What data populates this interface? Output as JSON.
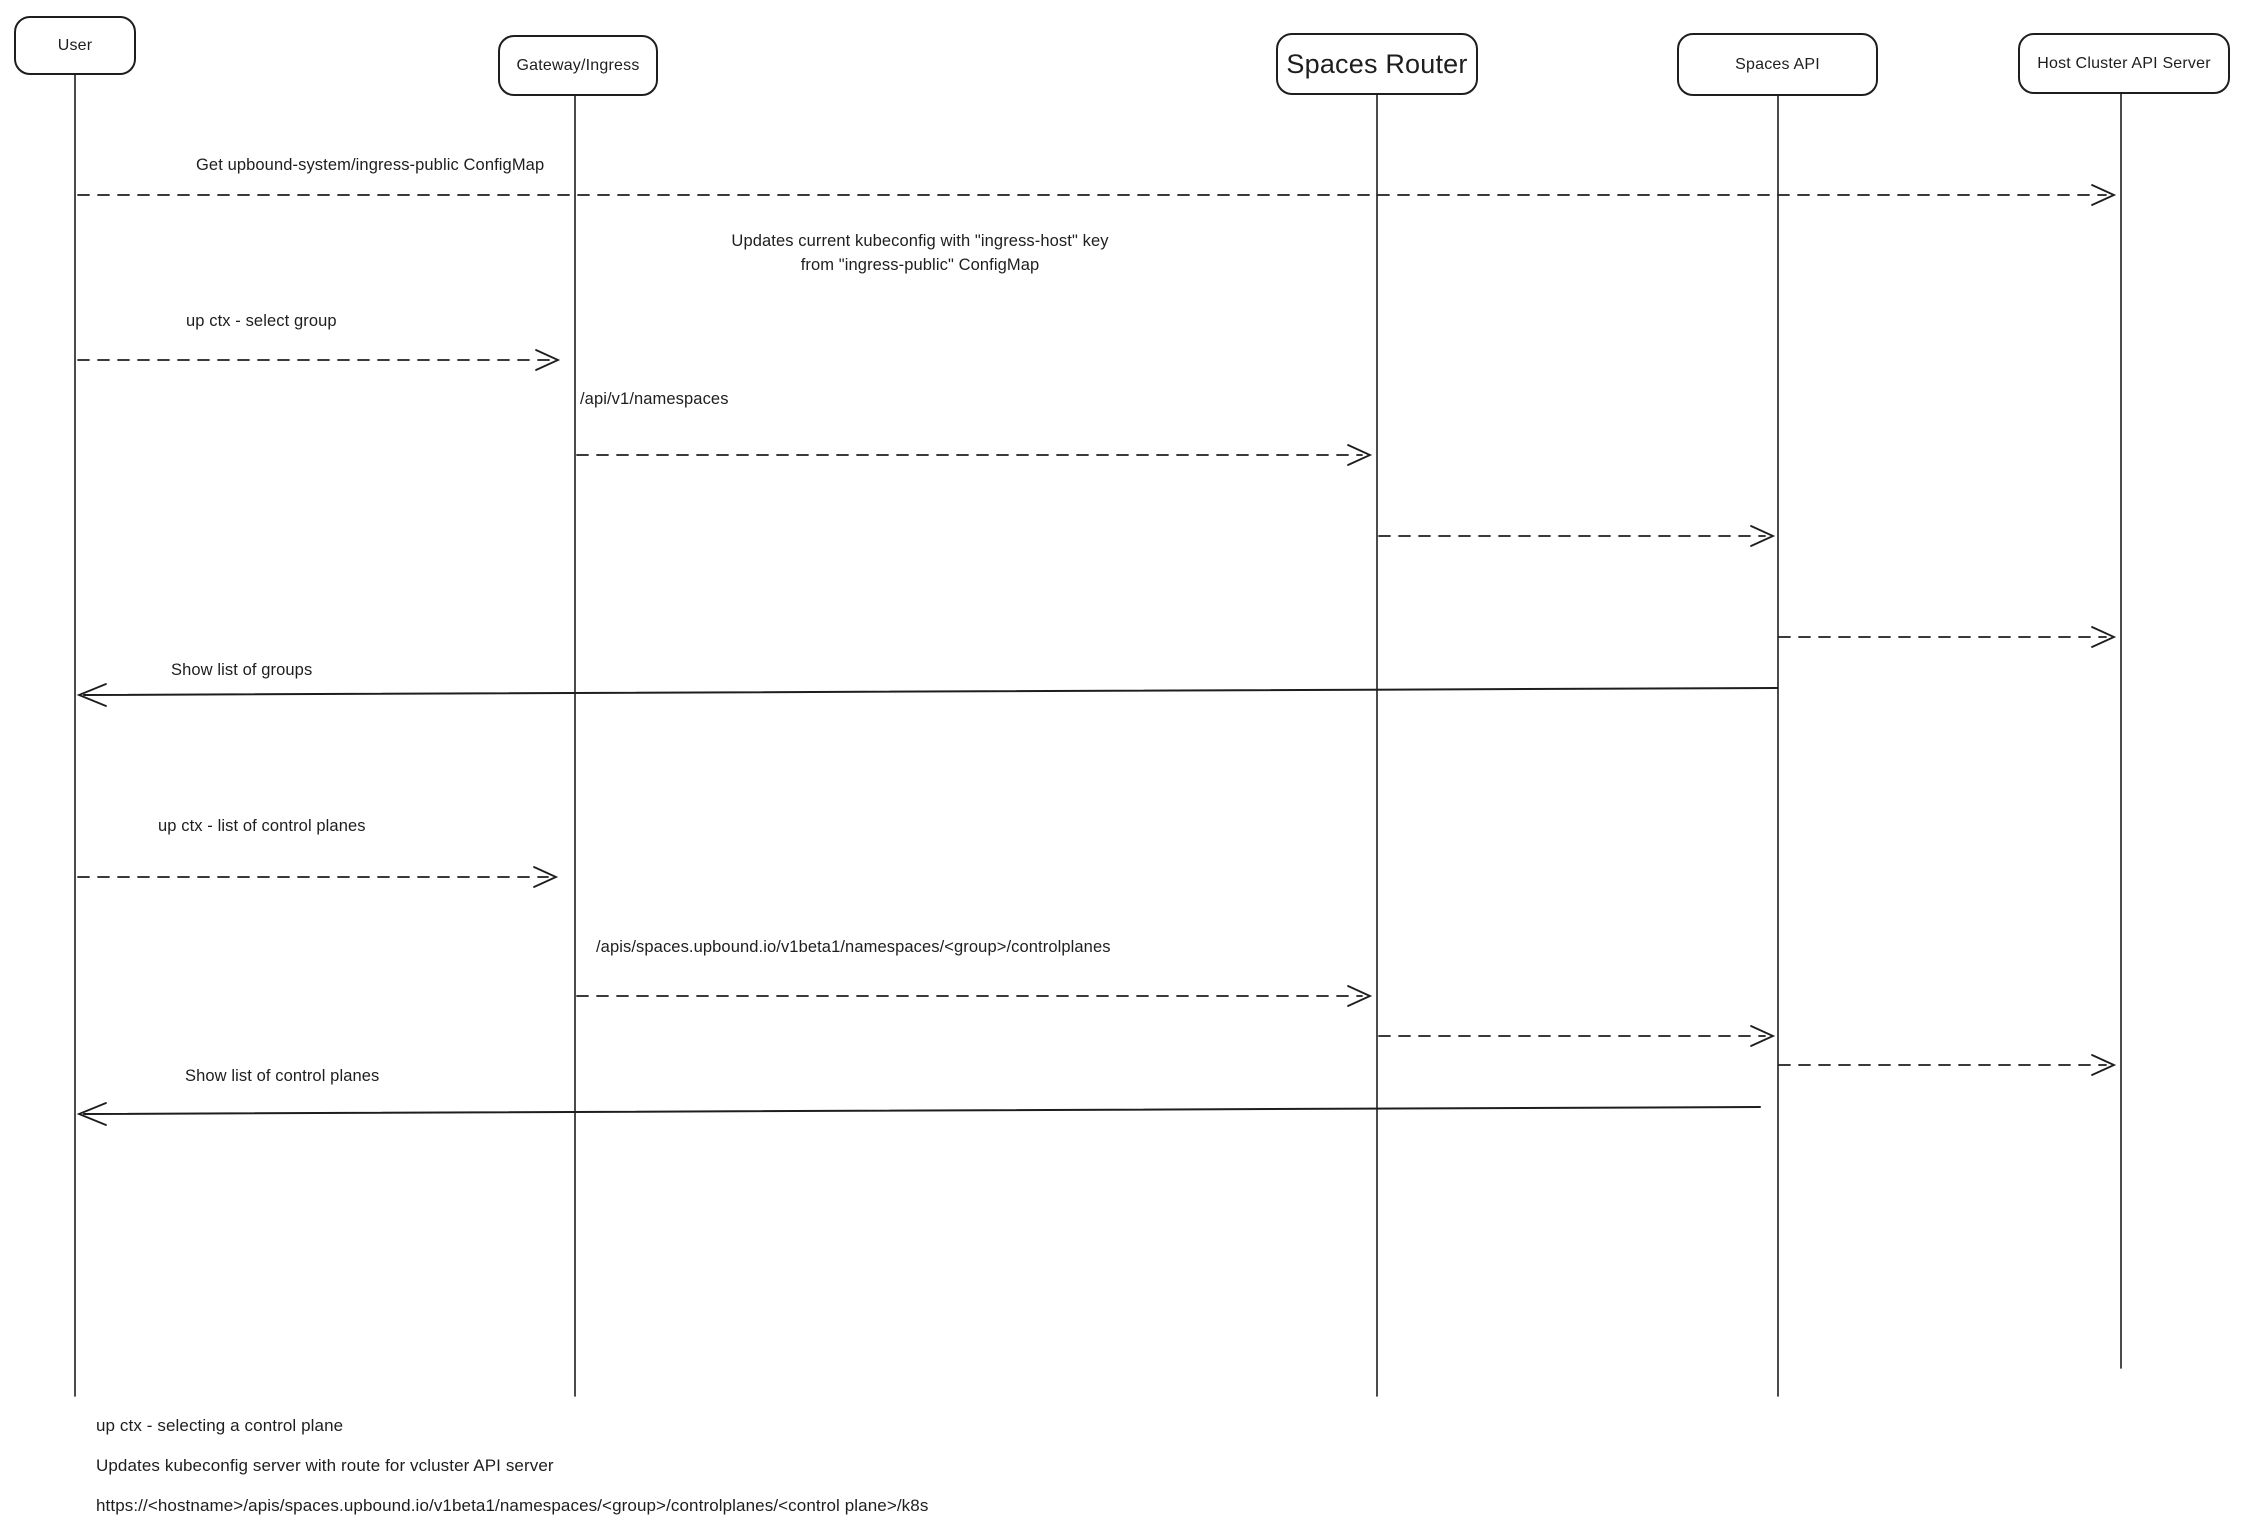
{
  "colors": {
    "stroke": "#1e1e1e",
    "background": "#ffffff"
  },
  "actors": {
    "user": "User",
    "gateway": "Gateway/Ingress",
    "spaces_router": "Spaces Router",
    "spaces_api": "Spaces API",
    "host_cluster": "Host Cluster API Server"
  },
  "messages": {
    "get_configmap": "Get upbound-system/ingress-public ConfigMap",
    "kubeconfig_note_line1": "Updates current kubeconfig with \"ingress-host\" key",
    "kubeconfig_note_line2": "from \"ingress-public\" ConfigMap",
    "select_group": "up ctx - select group",
    "api_namespaces": "/api/v1/namespaces",
    "show_groups": "Show list of groups",
    "list_control_planes": "up ctx - list of control planes",
    "api_controlplanes": "/apis/spaces.upbound.io/v1beta1/namespaces/<group>/controlplanes",
    "show_control_planes": "Show list of control planes"
  },
  "footer": {
    "line1": "up ctx - selecting a control plane",
    "line2": "Updates kubeconfig server with route for vcluster API server",
    "line3": "https://<hostname>/apis/spaces.upbound.io/v1beta1/namespaces/<group>/controlplanes/<control plane>/k8s"
  }
}
